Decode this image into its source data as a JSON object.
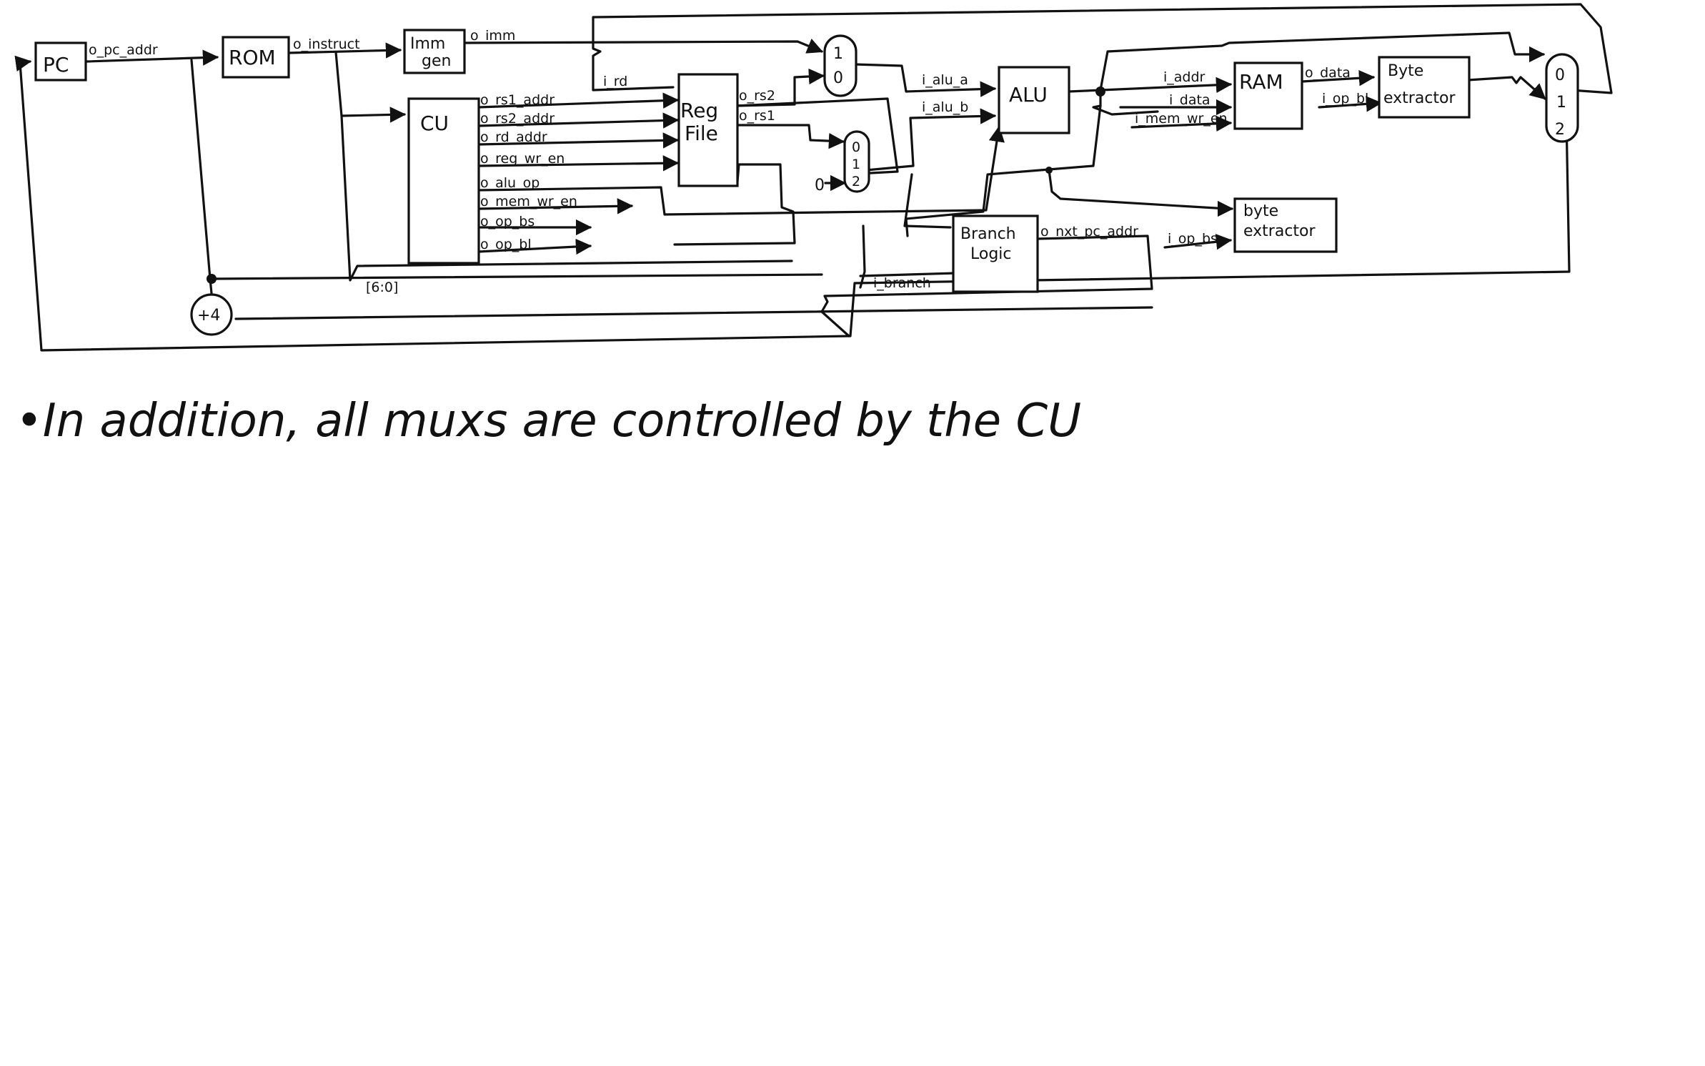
{
  "blocks": {
    "pc": "PC",
    "rom": "ROM",
    "immgen_line1": "Imm",
    "immgen_line2": "gen",
    "cu": "CU",
    "regfile_line1": "Reg",
    "regfile_line2": "File",
    "alu": "ALU",
    "ram": "RAM",
    "byte_extractor_top_line1": "Byte",
    "byte_extractor_top_line2": "extractor",
    "byte_extractor_bottom_line1": "byte",
    "byte_extractor_bottom_line2": "extractor",
    "branch_logic_line1": "Branch",
    "branch_logic_line2": "Logic",
    "adder": "+4"
  },
  "signals": {
    "o_pc_addr": "o_pc_addr",
    "o_instruct": "o_instruct",
    "o_imm": "o_imm",
    "i_rd": "i_rd",
    "o_rs1_addr": "o_rs1_addr",
    "o_rs2_addr": "o_rs2_addr",
    "o_rd_addr": "o_rd_addr",
    "o_reg_wr_en": "o_reg_wr_en",
    "o_alu_op": "o_alu_op",
    "o_mem_wr_en": "o_mem_wr_en",
    "o_op_bs": "o_op_bs",
    "o_op_bl": "o_op_bl",
    "o_rs2": "o_rs2",
    "o_rs1": "o_rs1",
    "i_alu_a": "i_alu_a",
    "i_alu_b": "i_alu_b",
    "i_addr": "i_addr",
    "i_data": "i_data",
    "i_mem_wr_en": "i_mem_wr_en",
    "o_data": "o_data",
    "i_op_bl": "i_op_bl",
    "i_op_bs": "i_op_bs",
    "o_nxt_pc_addr": "o_nxt_pc_addr",
    "i_branch": "i_branch",
    "bits_6_0": "[6:0]",
    "const_zero": "0"
  },
  "muxes": {
    "mux_a": [
      "1",
      "0"
    ],
    "mux_b": [
      "0",
      "1",
      "2"
    ],
    "mux_wb": [
      "0",
      "1",
      "2"
    ]
  },
  "note": "•In addition, all muxs are controlled by the CU"
}
